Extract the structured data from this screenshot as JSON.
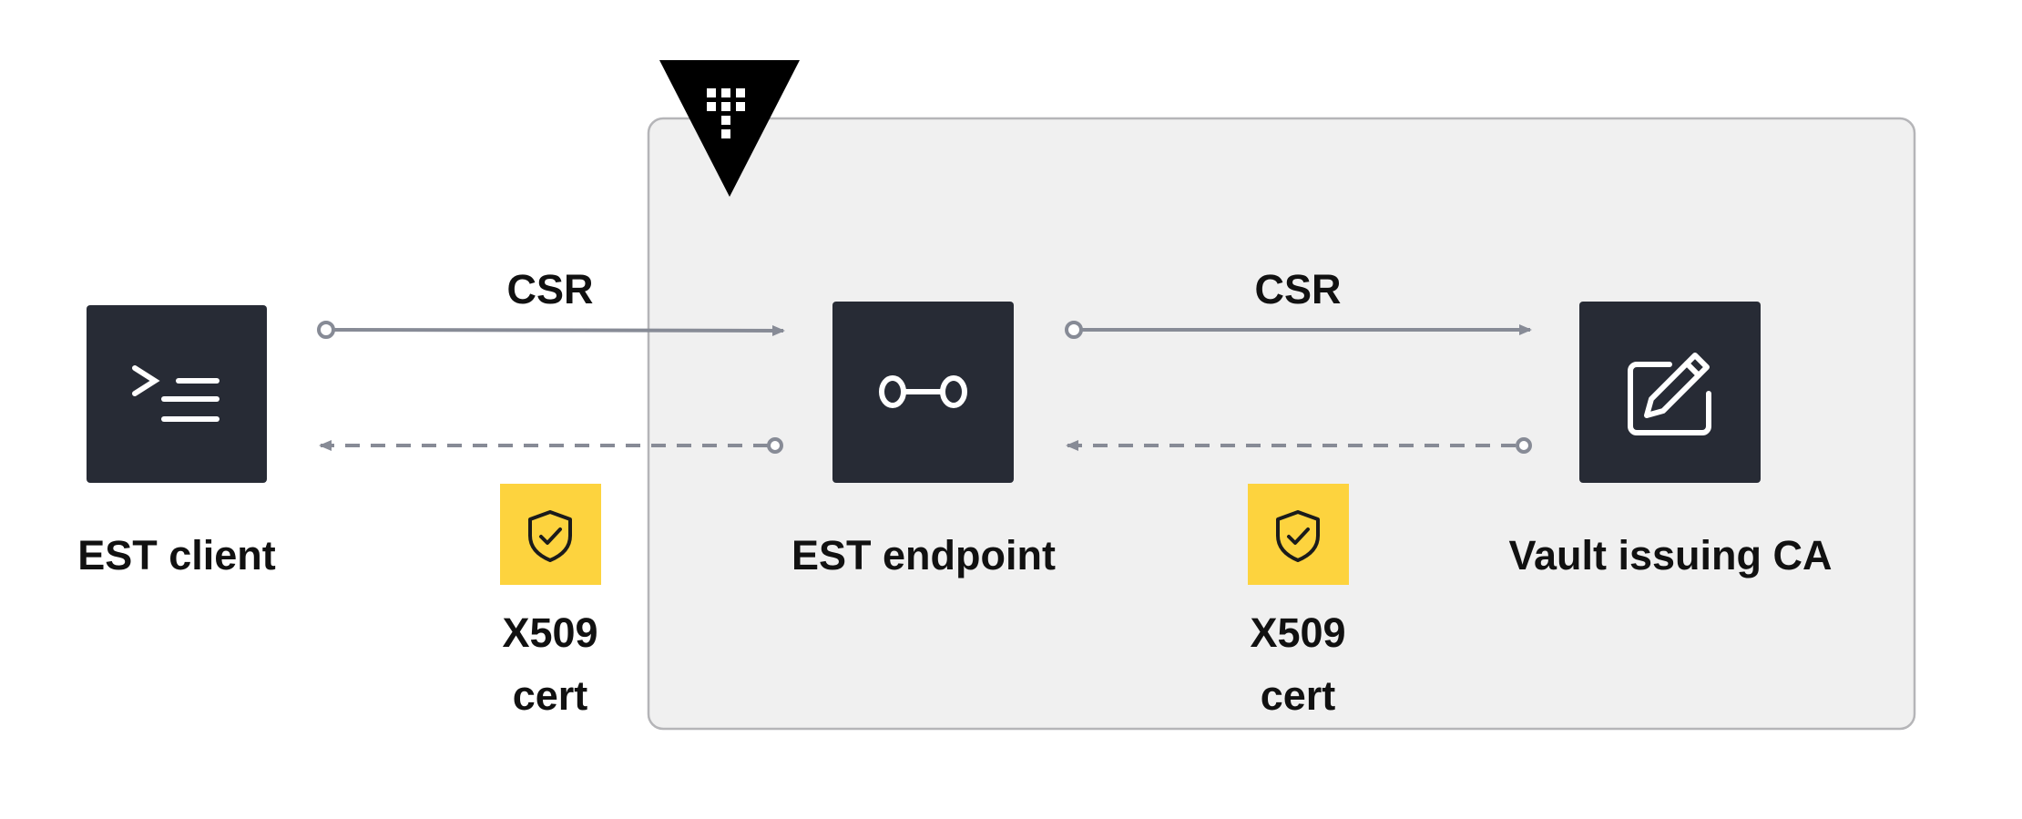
{
  "colors": {
    "background": "#ffffff",
    "vault_region_fill": "#f0f0f0",
    "vault_region_stroke": "#b5b5b8",
    "node_fill": "#272b35",
    "icon_stroke": "#ffffff",
    "arrow": "#878b96",
    "cert_badge": "#fdd33e",
    "cert_icon": "#1b1b1b",
    "vault_logo": "#000000",
    "text": "#111111"
  },
  "nodes": [
    {
      "id": "est-client",
      "label": "EST client",
      "icon": "terminal-icon"
    },
    {
      "id": "est-endpoint",
      "label": "EST endpoint",
      "icon": "endpoint-icon"
    },
    {
      "id": "vault-issuing-ca",
      "label": "Vault issuing CA",
      "icon": "edit-icon"
    }
  ],
  "flows": [
    {
      "request_label": "CSR",
      "response_line1": "X509",
      "response_line2": "cert",
      "response_icon": "shield-check-icon"
    },
    {
      "request_label": "CSR",
      "response_line1": "X509",
      "response_line2": "cert",
      "response_icon": "shield-check-icon"
    }
  ],
  "vault_logo": "vault-logo-icon"
}
